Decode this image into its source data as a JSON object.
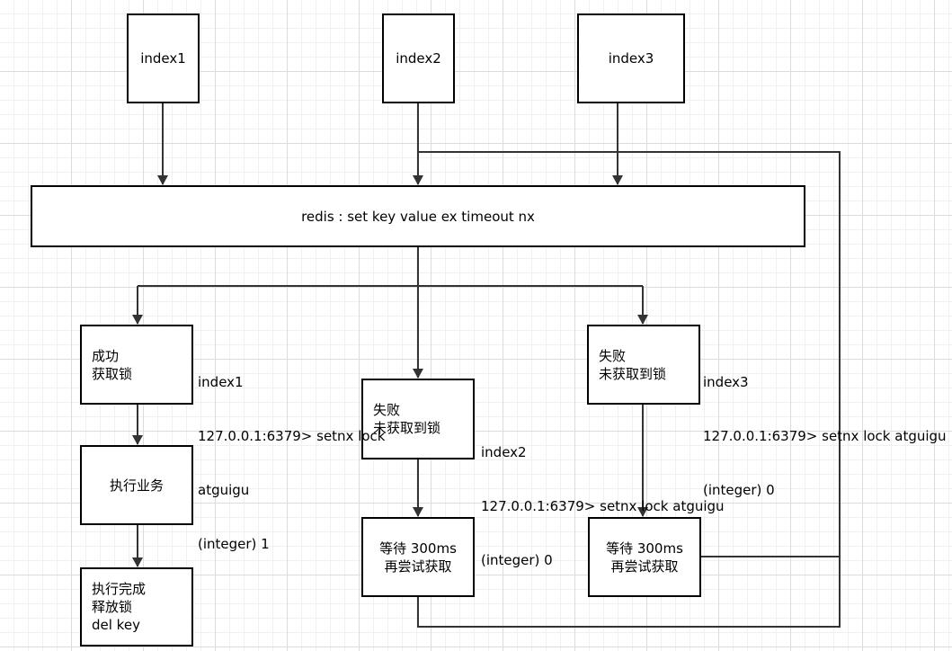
{
  "nodes": {
    "index1": "index1",
    "index2": "index2",
    "index3": "index3",
    "redis": "redis : set key value ex timeout nx",
    "success": [
      "成功",
      "获取锁"
    ],
    "fail2": [
      "失败",
      "未获取到锁"
    ],
    "fail3": [
      "失败",
      "未获取到锁"
    ],
    "exec": "执行业务",
    "done": [
      "执行完成",
      "释放锁",
      "del key"
    ],
    "wait2": [
      "等待 300ms",
      "再尝试获取"
    ],
    "wait3": [
      "等待 300ms",
      "再尝试获取"
    ]
  },
  "notes": {
    "index1": [
      "index1",
      "127.0.0.1:6379> setnx lock",
      "atguigu",
      "(integer) 1"
    ],
    "index2": [
      "index2",
      "127.0.0.1:6379> setnx lock atguigu",
      "(integer) 0"
    ],
    "index3": [
      "index3",
      "127.0.0.1:6379> setnx lock atguigu",
      "(integer) 0"
    ]
  }
}
